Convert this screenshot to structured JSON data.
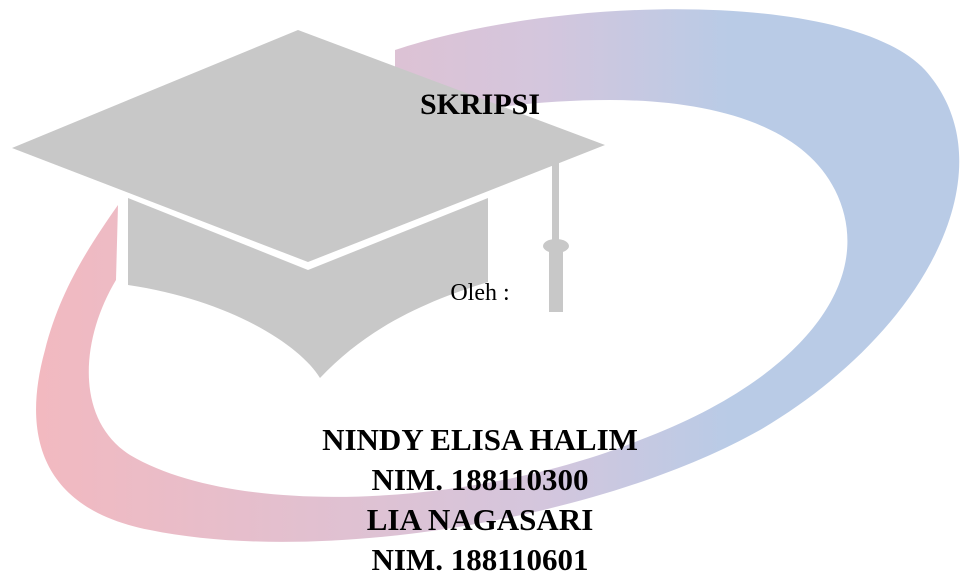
{
  "document": {
    "title": "SKRIPSI",
    "by_label": "Oleh :",
    "authors": [
      {
        "name": "NINDY ELISA HALIM",
        "nim": "NIM. 188110300"
      },
      {
        "name": "LIA NAGASARI",
        "nim": "NIM. 188110601"
      }
    ]
  },
  "graphics": {
    "cap_icon": "graduation-cap-icon",
    "swoosh_colors": {
      "start": "#f2b9c0",
      "middle": "#d4c6dd",
      "end": "#b9cbe6"
    },
    "cap_color": "#c8c8c8"
  }
}
